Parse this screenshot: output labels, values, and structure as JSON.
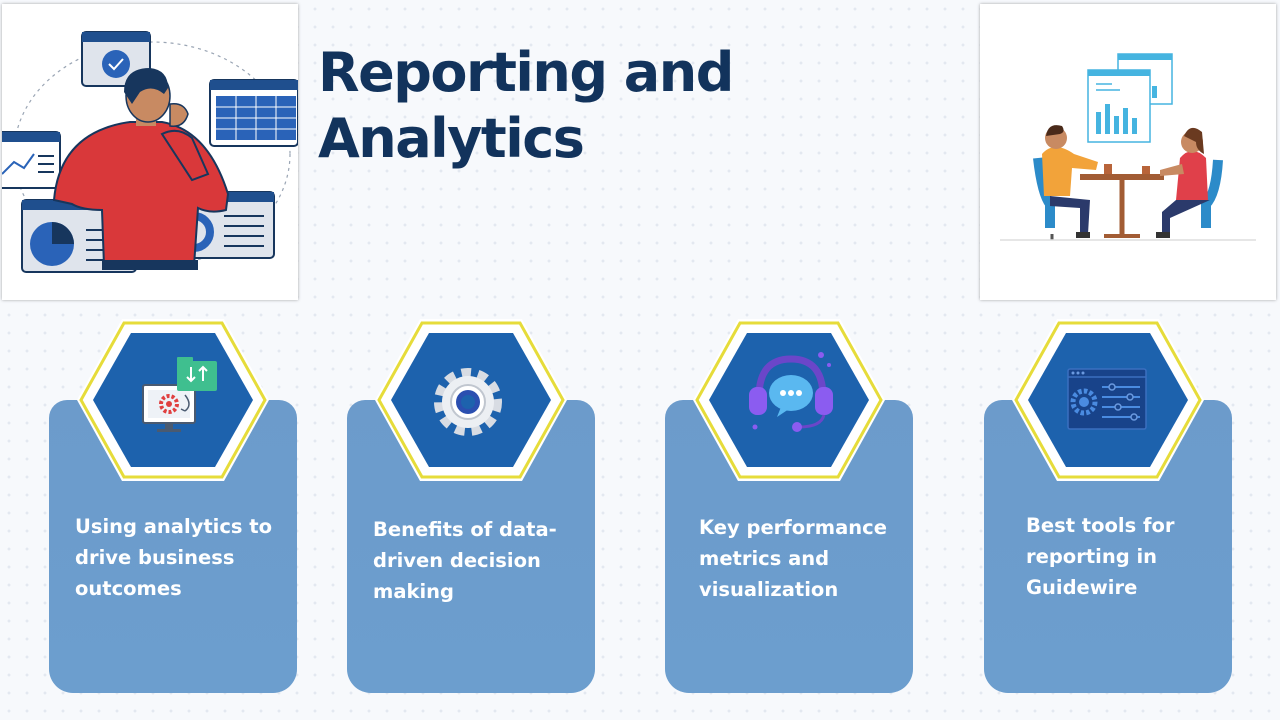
{
  "title": {
    "line1": "Reporting and",
    "line2": "Analytics"
  },
  "colors": {
    "title": "#12335c",
    "card": "#6c9bcb",
    "hex": "#1d62ad",
    "hex_outline": "#e6dc3a"
  },
  "cards": [
    {
      "label": "Using analytics to drive business outcomes",
      "icon": "computer-settings-icon"
    },
    {
      "label": "Benefits of data-driven decision making",
      "icon": "gear-icon"
    },
    {
      "label": "Key performance metrics and visualization",
      "icon": "headset-chat-icon"
    },
    {
      "label": "Best tools for reporting in Guidewire",
      "icon": "dashboard-sliders-icon"
    }
  ]
}
